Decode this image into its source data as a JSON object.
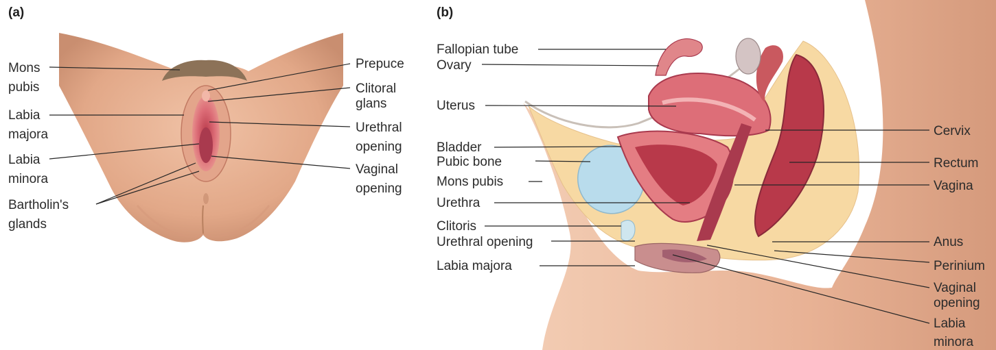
{
  "panel_a": {
    "tag": "(a)",
    "labels": {
      "mons_pubis": [
        "Mons",
        "pubis"
      ],
      "labia_majora": [
        "Labia",
        "majora"
      ],
      "labia_minora": [
        "Labia",
        "minora"
      ],
      "bartholins_glands": [
        "Bartholin's",
        "glands"
      ],
      "prepuce": "Prepuce",
      "clitoral_glans": [
        "Clitoral",
        "glans"
      ],
      "urethral_opening": [
        "Urethral",
        "opening"
      ],
      "vaginal_opening": [
        "Vaginal",
        "opening"
      ]
    }
  },
  "panel_b": {
    "tag": "(b)",
    "labels": {
      "fallopian_tube": "Fallopian tube",
      "ovary": "Ovary",
      "uterus": "Uterus",
      "bladder": "Bladder",
      "pubic_bone": "Pubic bone",
      "mons_pubis": "Mons pubis",
      "urethra": "Urethra",
      "clitoris": "Clitoris",
      "urethral_opening": "Urethral opening",
      "labia_majora": "Labia majora",
      "cervix": "Cervix",
      "rectum": "Rectum",
      "vagina": "Vagina",
      "anus": "Anus",
      "perinium": "Perinium",
      "vaginal_opening": [
        "Vaginal",
        "opening"
      ],
      "labia_minora": [
        "Labia",
        "minora"
      ]
    }
  },
  "colors": {
    "skin": "#e8b295",
    "skin_shadow": "#c98e70",
    "tissue_pink": "#dd6e78",
    "tissue_dark": "#a93a4e",
    "fat": "#f7d9a3",
    "bladder": "#b9dcec",
    "hair": "#8c7258"
  }
}
